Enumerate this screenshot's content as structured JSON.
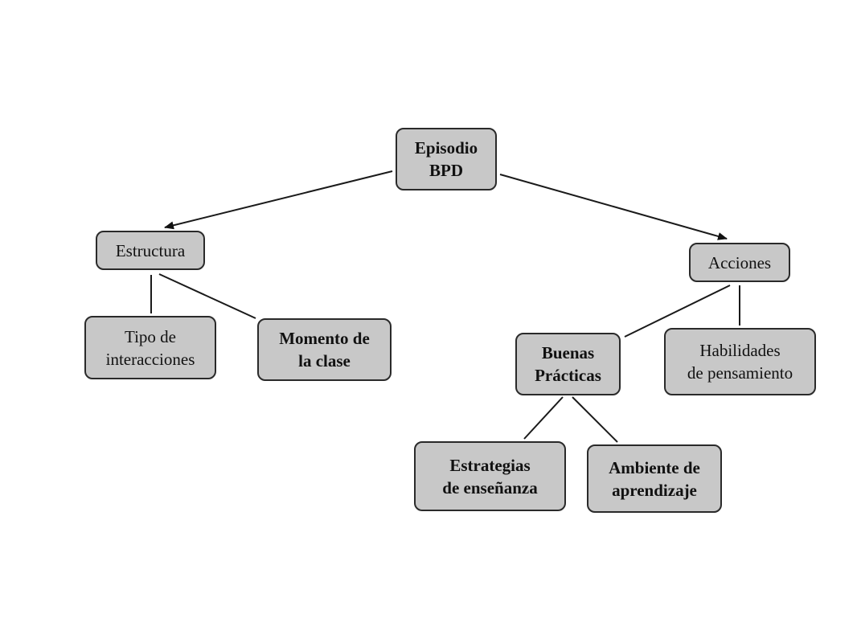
{
  "diagram": {
    "nodes": {
      "root": {
        "label": "Episodio\nBPD"
      },
      "estructura": {
        "label": "Estructura"
      },
      "acciones": {
        "label": "Acciones"
      },
      "tipo": {
        "label": "Tipo de\ninteracciones"
      },
      "momento": {
        "label": "Momento de\nla clase"
      },
      "buenas": {
        "label": "Buenas\nPrácticas"
      },
      "habilidades": {
        "label": "Habilidades\nde pensamiento"
      },
      "estrategias": {
        "label": "Estrategias\nde enseñanza"
      },
      "ambiente": {
        "label": "Ambiente de\naprendizaje"
      }
    },
    "edges": [
      {
        "from": "root",
        "to": "estructura",
        "arrow": true
      },
      {
        "from": "root",
        "to": "acciones",
        "arrow": true
      },
      {
        "from": "estructura",
        "to": "tipo",
        "arrow": false
      },
      {
        "from": "estructura",
        "to": "momento",
        "arrow": false
      },
      {
        "from": "acciones",
        "to": "buenas",
        "arrow": false
      },
      {
        "from": "acciones",
        "to": "habilidades",
        "arrow": false
      },
      {
        "from": "buenas",
        "to": "estrategias",
        "arrow": false
      },
      {
        "from": "buenas",
        "to": "ambiente",
        "arrow": false
      }
    ],
    "colors": {
      "node_fill": "#c8c8c8",
      "node_border": "#2a2a2a",
      "line": "#1a1a1a"
    }
  }
}
